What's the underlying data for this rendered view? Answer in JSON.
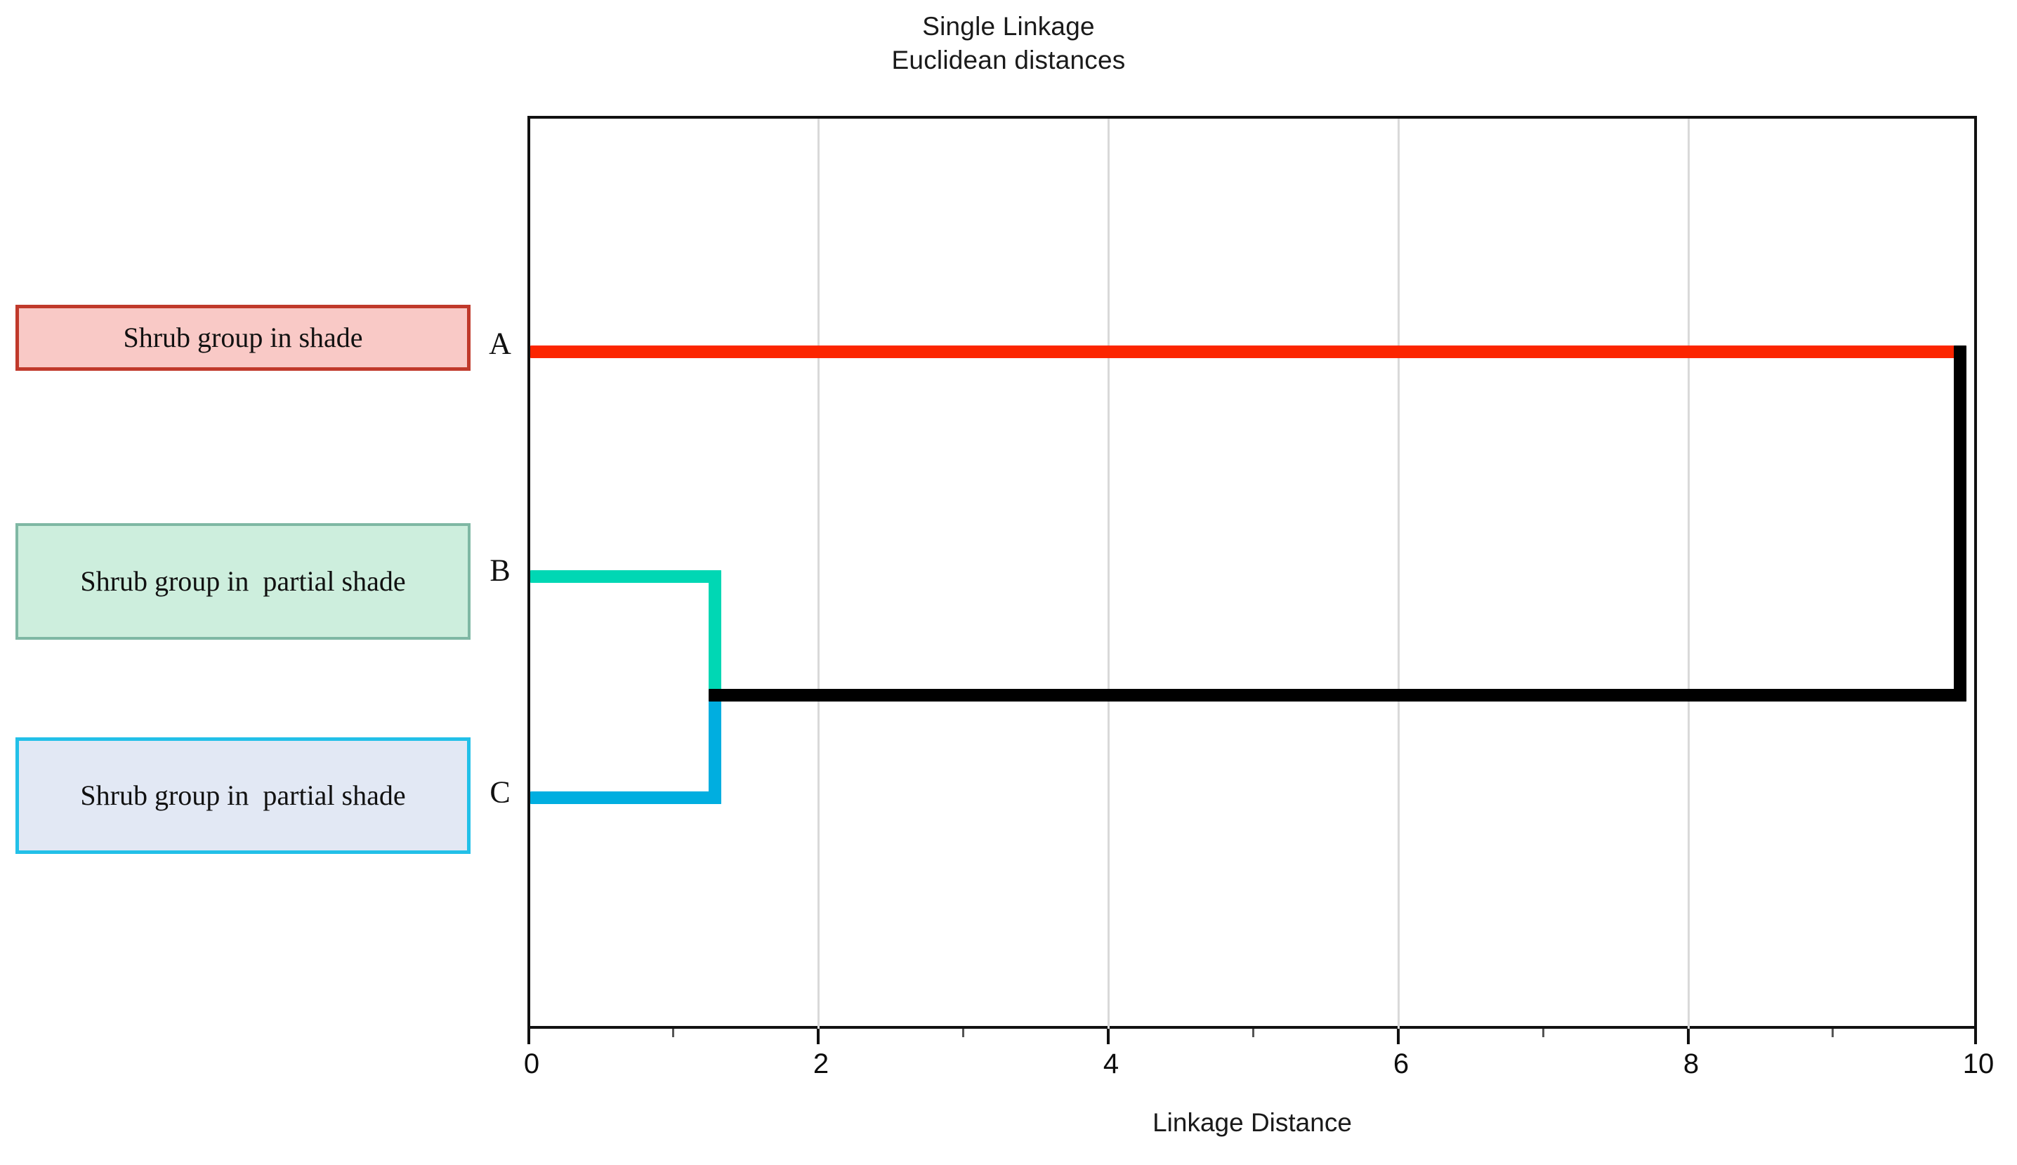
{
  "chart_data": {
    "type": "dendrogram",
    "title": "Single Linkage",
    "subtitle": "Euclidean distances",
    "xlabel": "Linkage Distance",
    "ylabel": "",
    "xlim": [
      0,
      10
    ],
    "xticks": [
      0,
      2,
      4,
      6,
      8,
      10
    ],
    "xticklabels": [
      "0",
      "2",
      "4",
      "6",
      "8",
      "10"
    ],
    "minor_xticks": [
      1,
      3,
      5,
      7,
      9
    ],
    "grid": "vertical-major",
    "legend": "none",
    "leaves": [
      {
        "id": "A",
        "label": "A",
        "distance": 0,
        "position": 0.255,
        "color": "#fc2500"
      },
      {
        "id": "B",
        "label": "B",
        "distance": 0,
        "position": 0.502,
        "color": "#00d7b4"
      },
      {
        "id": "C",
        "label": "C",
        "distance": 0,
        "position": 0.744,
        "color": "#00aee0"
      }
    ],
    "merges": [
      {
        "id": "BC",
        "children": [
          "B",
          "C"
        ],
        "linkage_distance": 1.28,
        "color": "#00d7b4"
      },
      {
        "id": "ABC",
        "children": [
          "A",
          "BC"
        ],
        "linkage_distance": 9.9,
        "color": "#000000"
      }
    ],
    "annotations": [
      {
        "target": "A",
        "text": "Shrub group in shade",
        "fill": "#f9c9c6",
        "border": "#c0392b"
      },
      {
        "target": "B",
        "text": "Shrub group in  partial shade",
        "fill": "#cdeedd",
        "border": "#7fb8a4"
      },
      {
        "target": "C",
        "text": "Shrub group in  partial shade",
        "fill": "#e2e8f4",
        "border": "#22c0e8"
      }
    ]
  },
  "title": {
    "line1": "Single Linkage",
    "line2": "Euclidean distances"
  },
  "axis": {
    "x_title": "Linkage Distance",
    "ticks": [
      {
        "value": "0"
      },
      {
        "value": "2"
      },
      {
        "value": "4"
      },
      {
        "value": "6"
      },
      {
        "value": "8"
      },
      {
        "value": "10"
      }
    ]
  },
  "leaves": {
    "a_letter": "A",
    "b_letter": "B",
    "c_letter": "C"
  },
  "annotations": {
    "a_text": "Shrub group in shade",
    "b_text": "Shrub group in  partial shade",
    "c_text": "Shrub group in  partial shade"
  },
  "colors": {
    "leaf_a": "#fc2500",
    "leaf_b": "#00d7b4",
    "leaf_c": "#00aee0",
    "root": "#000000",
    "grid": "#d9d9d9",
    "frame": "#111111"
  }
}
